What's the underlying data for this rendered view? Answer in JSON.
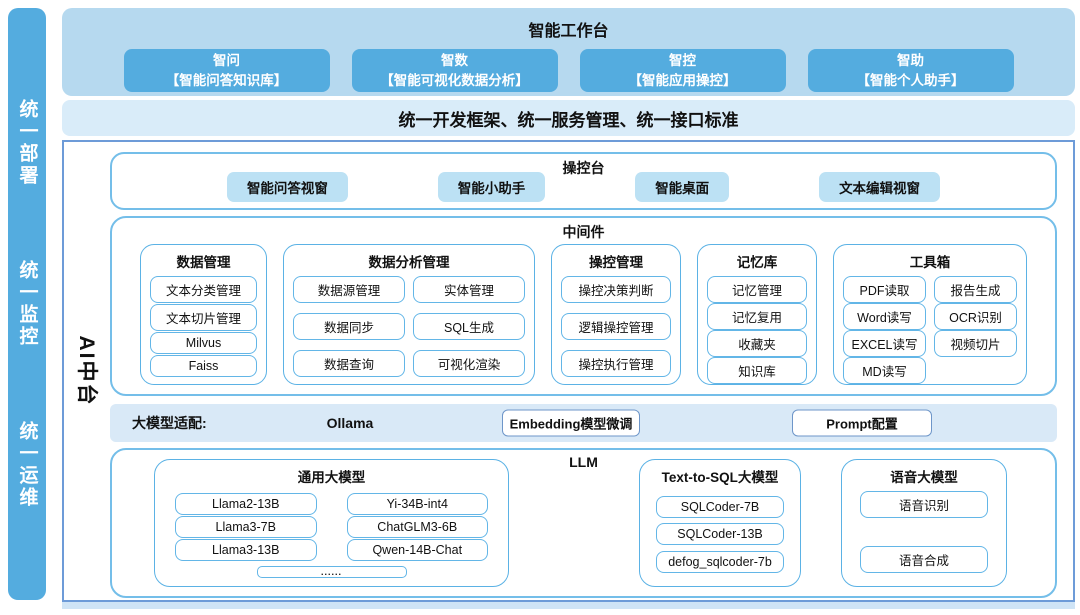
{
  "sidebar": {
    "items": [
      {
        "label": "统一部署"
      },
      {
        "label": "统一监控"
      },
      {
        "label": "统一运维"
      }
    ]
  },
  "workbench": {
    "title": "智能工作台",
    "apps": [
      {
        "name": "智问",
        "desc": "【智能问答知识库】"
      },
      {
        "name": "智数",
        "desc": "【智能可视化数据分析】"
      },
      {
        "name": "智控",
        "desc": "【智能应用操控】"
      },
      {
        "name": "智助",
        "desc": "【智能个人助手】"
      }
    ]
  },
  "standards_banner": "统一开发框架、统一服务管理、统一接口标准",
  "platform": {
    "label": "AI中台",
    "console": {
      "title": "操控台",
      "items": [
        "智能问答视窗",
        "智能小助手",
        "智能桌面",
        "文本编辑视窗"
      ]
    },
    "middleware": {
      "title": "中间件",
      "groups": [
        {
          "title": "数据管理",
          "items": [
            "文本分类管理",
            "文本切片管理",
            "Milvus",
            "Faiss"
          ]
        },
        {
          "title": "数据分析管理",
          "items": [
            "数据源管理",
            "实体管理",
            "数据同步",
            "SQL生成",
            "数据查询",
            "可视化渲染"
          ]
        },
        {
          "title": "操控管理",
          "items": [
            "操控决策判断",
            "逻辑操控管理",
            "操控执行管理"
          ]
        },
        {
          "title": "记忆库",
          "items": [
            "记忆管理",
            "记忆复用",
            "收藏夹",
            "知识库"
          ]
        },
        {
          "title": "工具箱",
          "items": [
            "PDF读取",
            "报告生成",
            "Word读写",
            "OCR识别",
            "EXCEL读写",
            "视频切片",
            "MD读写"
          ]
        }
      ]
    },
    "model_adapter": {
      "label": "大模型适配:",
      "plain_item": "Ollama",
      "boxed_items": [
        "Embedding模型微调",
        "Prompt配置"
      ]
    },
    "llm": {
      "title": "LLM",
      "groups": [
        {
          "title": "通用大模型",
          "items": [
            "Llama2-13B",
            "Yi-34B-int4",
            "Llama3-7B",
            "ChatGLM3-6B",
            "Llama3-13B",
            "Qwen-14B-Chat"
          ],
          "more": "......"
        },
        {
          "title": "Text-to-SQL大模型",
          "items": [
            "SQLCoder-7B",
            "SQLCoder-13B",
            "defog_sqlcoder-7b"
          ]
        },
        {
          "title": "语音大模型",
          "items": [
            "语音识别",
            "语音合成"
          ]
        }
      ]
    }
  },
  "colors": {
    "accent_blue": "#54ACDF",
    "panel_blue": "#B6D9EF",
    "banner_blue": "#D9ECF9",
    "light_button_blue": "#BCE1F4",
    "adapter_row_blue": "#D9E9F7",
    "item_border_blue": "#63B6E7",
    "outline_blue": "#74BEE9",
    "frame_border_blue": "#6D9BD8"
  }
}
